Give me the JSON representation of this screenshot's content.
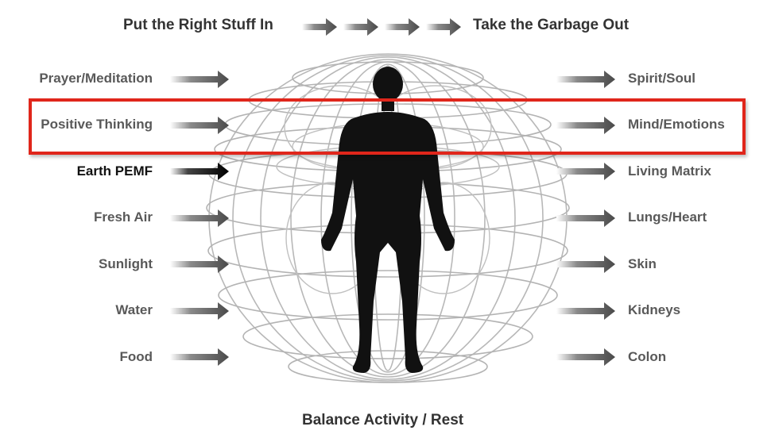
{
  "header": {
    "left_title": "Put the Right Stuff In",
    "right_title": "Take the Garbage Out"
  },
  "inputs": [
    "Prayer/Meditation",
    "Positive Thinking",
    "Earth PEMF",
    "Fresh Air",
    "Sunlight",
    "Water",
    "Food"
  ],
  "outputs": [
    "Spirit/Soul",
    "Mind/Emotions",
    "Living Matrix",
    "Lungs/Heart",
    "Skin",
    "Kidneys",
    "Colon"
  ],
  "emphasized_input": "Earth PEMF",
  "footer": {
    "caption": "Balance Activity / Rest"
  },
  "highlight": {
    "color": "#e0261b",
    "row": "Positive Thinking"
  },
  "colors": {
    "arrow": "#555555",
    "arrow_emphasis": "#111111",
    "field_lines": "#b3b3b3",
    "figure": "#111111"
  }
}
